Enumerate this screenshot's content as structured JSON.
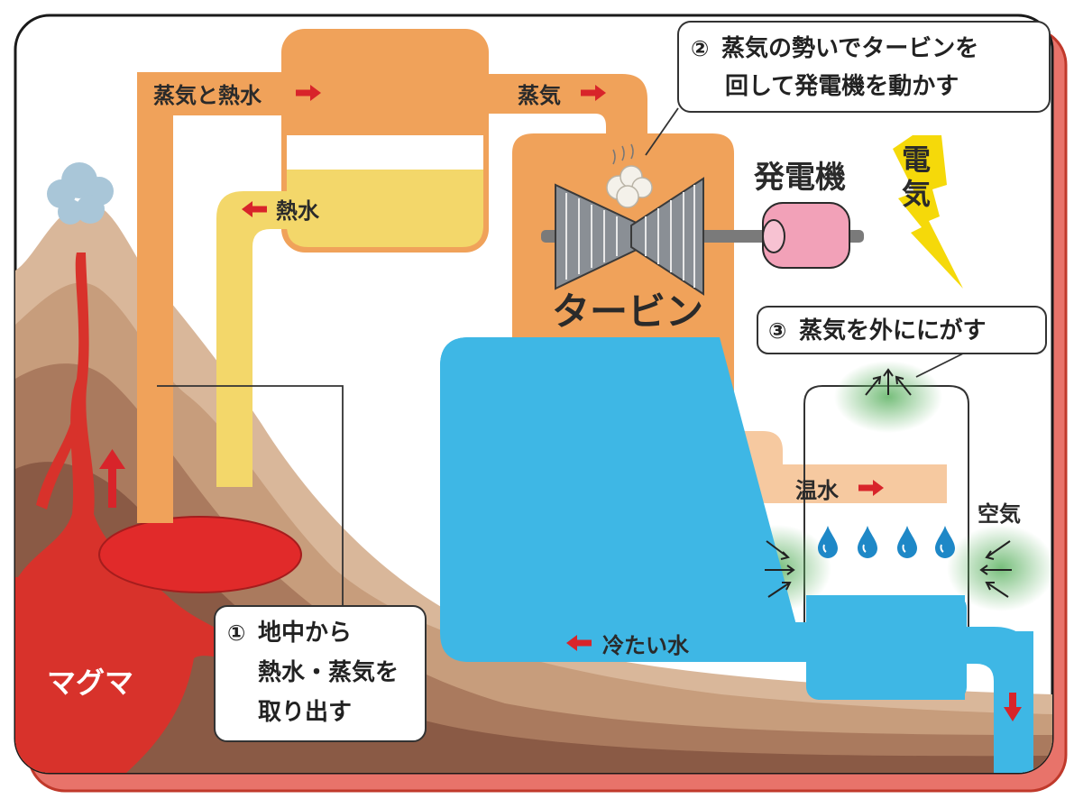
{
  "labels": {
    "steam_and_hot_water": "蒸気と熱水",
    "steam": "蒸気",
    "hot_water": "熱水",
    "turbine": "タービン",
    "generator": "発電機",
    "electricity": "電気",
    "warm_water": "温水",
    "cold_water": "冷たい水",
    "air": "空気",
    "magma": "マグマ"
  },
  "callouts": {
    "step1": {
      "num": "①",
      "lines": [
        "地中から",
        "熱水・蒸気を",
        "取り出す"
      ]
    },
    "step2": {
      "num": "②",
      "lines": [
        "蒸気の勢いでタービンを",
        "回して発電機を動かす"
      ]
    },
    "step3": {
      "num": "③",
      "text": "蒸気を外ににがす"
    }
  },
  "colors": {
    "frame_border": "#c0392b",
    "frame_shadow": "#e8736a",
    "steam_pipe": "#f0a25a",
    "hot_water_pipe": "#f3d76a",
    "cold_water": "#3eb7e5",
    "turbine_tank_light": "#f6c9a0",
    "magma": "#d8322b",
    "arrow": "#d8242a",
    "lightning": "#f5d90a",
    "generator": "#f2a1b8",
    "exhaust_cloud": "#86c98a"
  }
}
